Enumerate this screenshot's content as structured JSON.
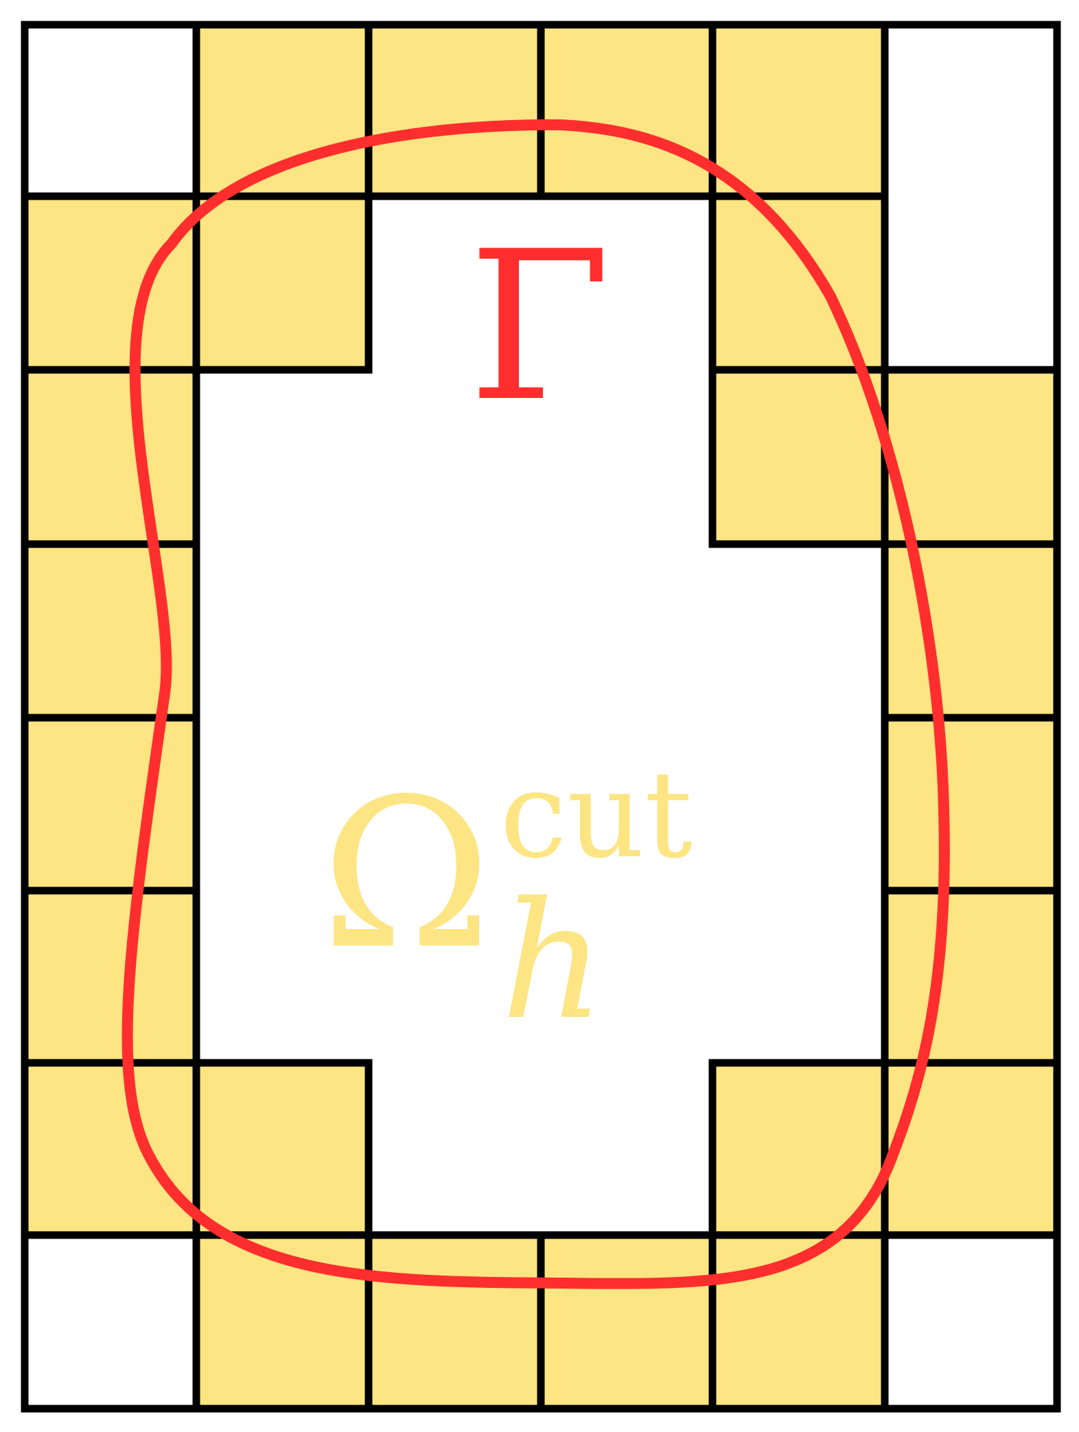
{
  "diagram": {
    "colors": {
      "cut_cell_fill": "#FDE583",
      "empty_cell_fill": "#FFFFFF",
      "grid_line": "#000000",
      "interface_curve": "#FF2E2E",
      "omega_label": "#FDE583",
      "gamma_label": "#FF2E2E"
    },
    "grid": {
      "cols": 6,
      "rows": 8,
      "cut_cells_by_row": [
        [
          0,
          1,
          1,
          1,
          1,
          0
        ],
        [
          1,
          1,
          0,
          0,
          1,
          0
        ],
        [
          1,
          0,
          0,
          0,
          1,
          1
        ],
        [
          1,
          0,
          0,
          0,
          0,
          1
        ],
        [
          1,
          0,
          0,
          0,
          0,
          1
        ],
        [
          1,
          0,
          0,
          0,
          0,
          1
        ],
        [
          1,
          1,
          0,
          0,
          1,
          1
        ],
        [
          0,
          1,
          1,
          1,
          1,
          0
        ]
      ]
    },
    "labels": {
      "gamma": "Γ",
      "omega": "Ω",
      "omega_superscript": "cut",
      "omega_subscript": "h"
    }
  }
}
